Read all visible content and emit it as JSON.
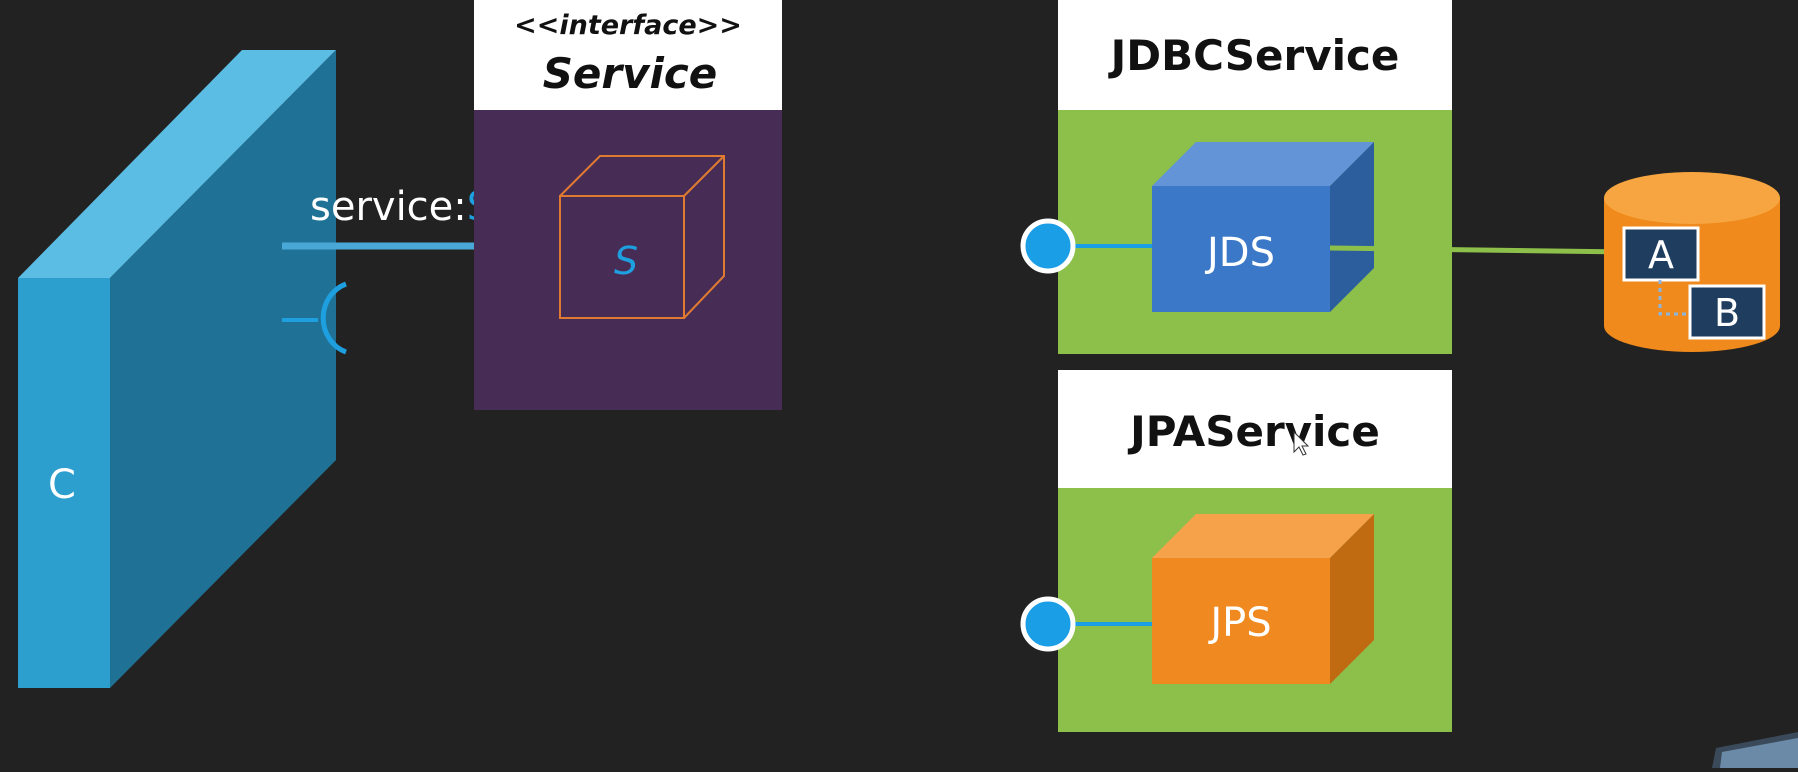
{
  "client": {
    "label": "C"
  },
  "dependency": {
    "field_name": "service:",
    "field_type": "S"
  },
  "interface_box": {
    "stereotype": "<<interface>>",
    "name": "Service",
    "inner_label": "S"
  },
  "jdbc_box": {
    "name": "JDBCService",
    "inner_label": "JDS"
  },
  "jpa_box": {
    "name": "JPAService",
    "inner_label": "JPS"
  },
  "database": {
    "table_a": "A",
    "table_b": "B"
  },
  "colors": {
    "background": "#222222",
    "client_front": "#2d9fcf",
    "interface_body": "#472d56",
    "impl_body": "#8dc04a",
    "jds_cube": "#3b78c8",
    "jps_cube": "#f0891f",
    "port": "#1a9ee6",
    "database": "#f08a1c"
  }
}
